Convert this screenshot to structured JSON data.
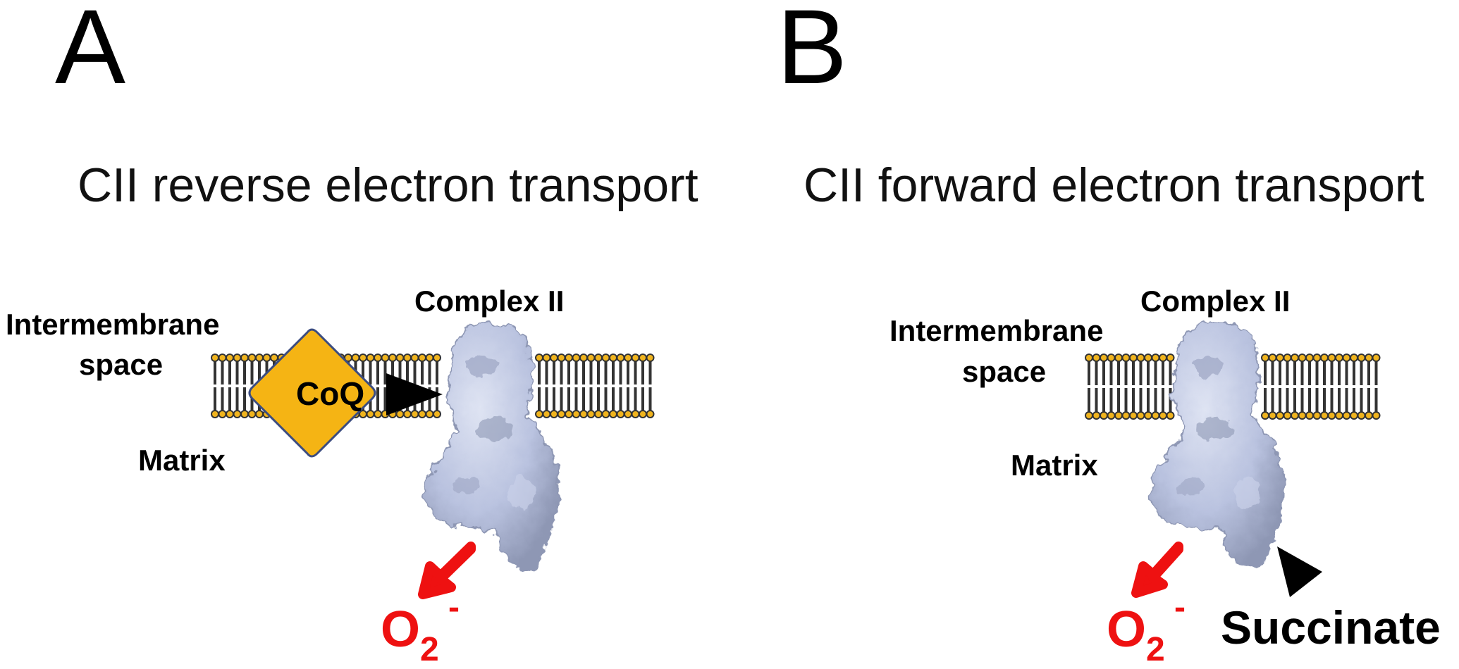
{
  "colors": {
    "background": "#ffffff",
    "text": "#000000",
    "superoxide_red": "#ee1111",
    "coq_fill": "#f5b414",
    "coq_stroke": "#3b4c80",
    "lipid_head": "#f0b41e",
    "lipid_tail": "#333333",
    "protein": "#b9c2df",
    "protein_shade": "#8e97b4",
    "arrow_black": "#000000"
  },
  "panels": [
    {
      "letter": "A",
      "title": "CII reverse electron transport",
      "complex_label": "Complex II",
      "ims_line1": "Intermembrane",
      "ims_line2": "space",
      "matrix_label": "Matrix",
      "coq_label": "CoQ",
      "ros_label": "O",
      "ros_sub": "2",
      "ros_sup": "-",
      "arrow_icon": "superoxide-release-arrow-icon",
      "coq_arrow_icon": "electron-flow-arrow-icon"
    },
    {
      "letter": "B",
      "title": "CII forward electron transport",
      "complex_label": "Complex II",
      "ims_line1": "Intermembrane",
      "ims_line2": "space",
      "matrix_label": "Matrix",
      "substrate_label": "Succinate",
      "ros_label": "O",
      "ros_sub": "2",
      "ros_sup": "-",
      "arrow_icon": "superoxide-release-arrow-icon",
      "substrate_arrow_icon": "electron-flow-arrow-icon"
    }
  ]
}
